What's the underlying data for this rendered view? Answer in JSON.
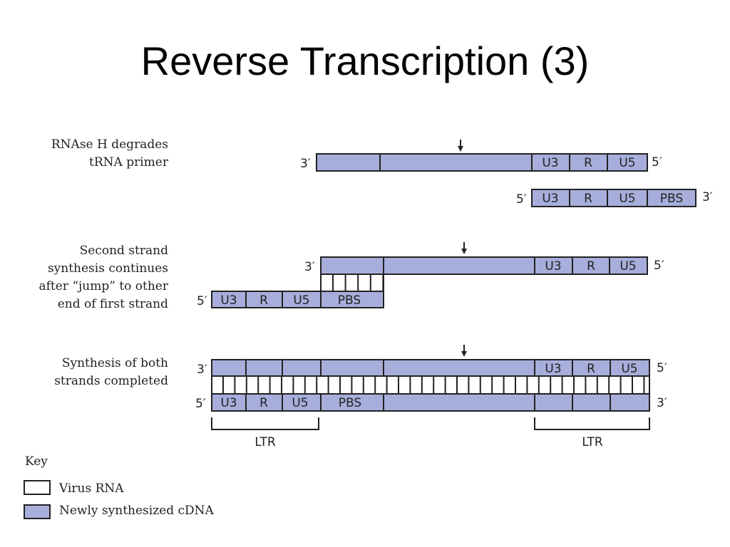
{
  "title": "Reverse Transcription (3)",
  "colors": {
    "cdna": "#a7aedb",
    "rna": "#ffffff",
    "stroke": "#222222"
  },
  "steps": [
    {
      "label_lines": [
        "RNAse H degrades",
        "tRNA primer"
      ]
    },
    {
      "label_lines": [
        "Second strand",
        "synthesis continues",
        "after “jump” to other",
        "end of first strand"
      ]
    },
    {
      "label_lines": [
        "Synthesis of both",
        "strands completed"
      ]
    }
  ],
  "segments": {
    "u3": "U3",
    "r": "R",
    "u5": "U5",
    "pbs": "PBS",
    "ltr": "LTR"
  },
  "ends": {
    "three_prime": "3′",
    "five_prime": "5′"
  },
  "key": {
    "title": "Key",
    "items": [
      {
        "label": "Virus RNA",
        "swatch": "rna"
      },
      {
        "label": "Newly synthesized cDNA",
        "swatch": "cdna"
      }
    ]
  }
}
